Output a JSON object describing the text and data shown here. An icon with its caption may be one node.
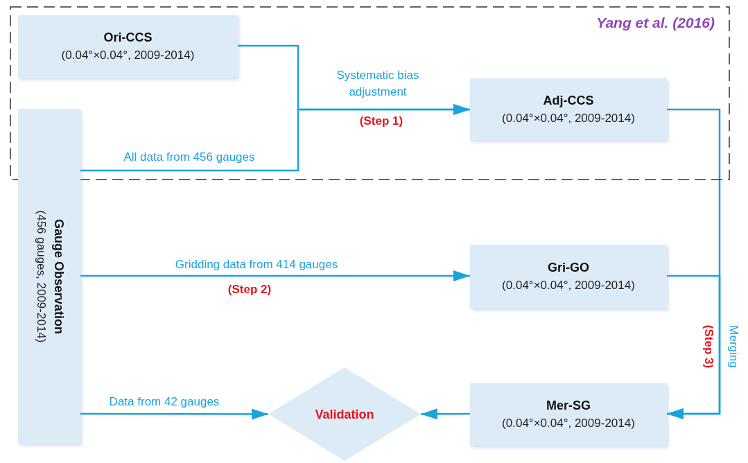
{
  "diagram": {
    "nodes": [
      {
        "text": [
          "Yang et al. (2016)"
        ]
      },
      {
        "text": [
          "Ori-CCS",
          "(0.04°×0.04°, 2009-2014)"
        ],
        "in": 0
      },
      {
        "text": [
          "Adj-CCS",
          "(0.04°×0.04°, 2009-2014)"
        ],
        "in": 0
      },
      {
        "text": [
          "Gauge Observation",
          "(456 gauges, 2009-2014)"
        ]
      },
      {
        "text": [
          "Gri-GO",
          "(0.04°×0.04°, 2009-2014)"
        ]
      },
      {
        "text": [
          "Validation"
        ]
      },
      {
        "text": [
          "Mer-SG",
          "(0.04°×0.04°, 2009-2014)"
        ]
      }
    ],
    "edges": [
      {
        "from": 1,
        "to": 2,
        "arrow": "to",
        "label": "Systematic bias adjustment"
      },
      {
        "from": 3,
        "to": 2,
        "arrow": "to",
        "label": "All data from 456 gauges"
      },
      {
        "from": 3,
        "to": 4,
        "arrow": "to",
        "label": "Gridding data from 414 gauges"
      },
      {
        "from": 2,
        "to": 6,
        "arrow": "to",
        "label": "Merging"
      },
      {
        "from": 4,
        "to": 6,
        "arrow": "to"
      },
      {
        "from": 3,
        "to": 5,
        "arrow": "to",
        "label": "Data from 42 gauges"
      },
      {
        "from": 6,
        "to": 5,
        "arrow": "to"
      }
    ],
    "labels": [
      "(Step 1)",
      "(Step 2)",
      "(Step 3)"
    ]
  }
}
